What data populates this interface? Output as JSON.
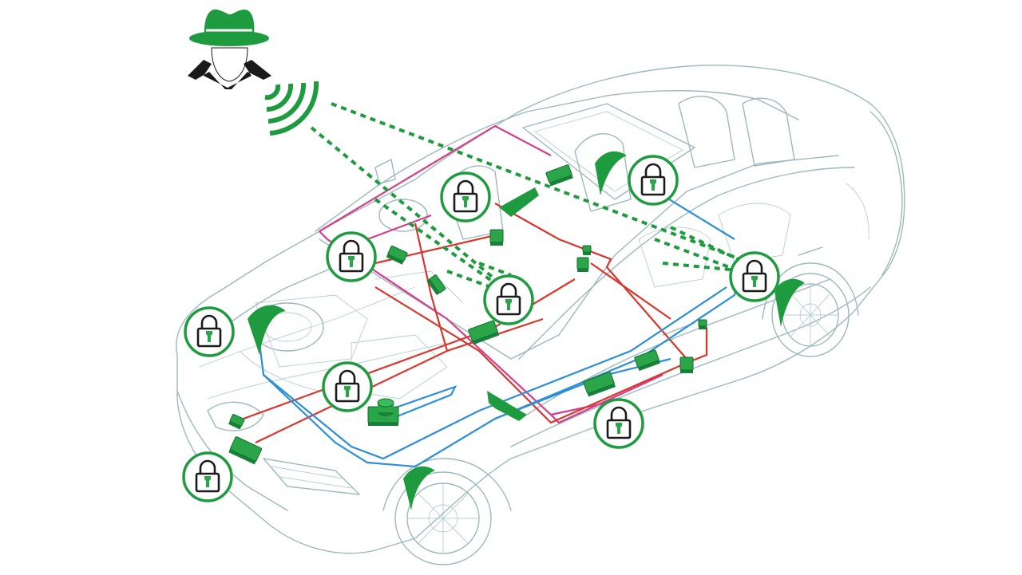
{
  "colors": {
    "accent_green": "#1e9b3e",
    "car_outline": "#9cb9bd",
    "wire_pink": "#d63d8c",
    "wire_red": "#d9352b",
    "wire_blue": "#2d8fd5",
    "lock_outline": "#1a1a1a"
  },
  "icons": {
    "attacker": "hacker-hat-icon",
    "signal": "wireless-signal-icon",
    "lock": "padlock-icon",
    "ecu": "ecu-module-icon",
    "flag": "green-arrow-flag-icon"
  },
  "diagram": {
    "locks": [
      {
        "id": "lock-roof-center"
      },
      {
        "id": "lock-roof-rear"
      },
      {
        "id": "lock-hood-left"
      },
      {
        "id": "lock-dashboard"
      },
      {
        "id": "lock-rear-door"
      },
      {
        "id": "lock-headlight"
      },
      {
        "id": "lock-engine"
      },
      {
        "id": "lock-front-bumper"
      },
      {
        "id": "lock-floor-rear"
      }
    ],
    "ecus": [
      {
        "id": "ecu-1"
      },
      {
        "id": "ecu-2"
      },
      {
        "id": "ecu-3"
      },
      {
        "id": "ecu-4"
      },
      {
        "id": "ecu-5"
      },
      {
        "id": "ecu-6"
      },
      {
        "id": "ecu-7"
      },
      {
        "id": "ecu-8"
      },
      {
        "id": "ecu-9"
      },
      {
        "id": "ecu-10"
      },
      {
        "id": "ecu-11"
      },
      {
        "id": "ecu-12"
      },
      {
        "id": "ecu-13"
      },
      {
        "id": "ecu-14"
      }
    ],
    "attack_paths": 6,
    "wire_types": [
      "pink",
      "red",
      "blue"
    ]
  }
}
